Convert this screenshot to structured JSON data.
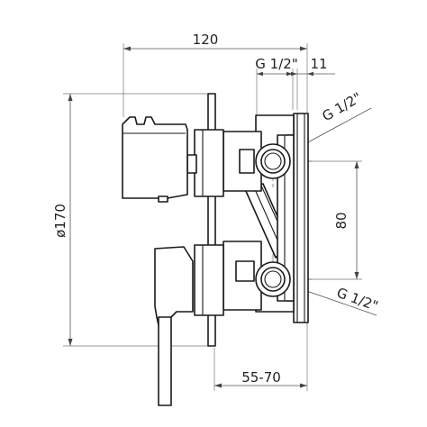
{
  "dimensions": {
    "overall_width": "120",
    "thread_top_label": "G 1/2\"",
    "offset_label": "11",
    "side_thread_top": "G 1/2\"",
    "spacing": "80",
    "side_thread_bottom": "G 1/2\"",
    "diameter": "ø170",
    "depth_range": "55-70"
  }
}
